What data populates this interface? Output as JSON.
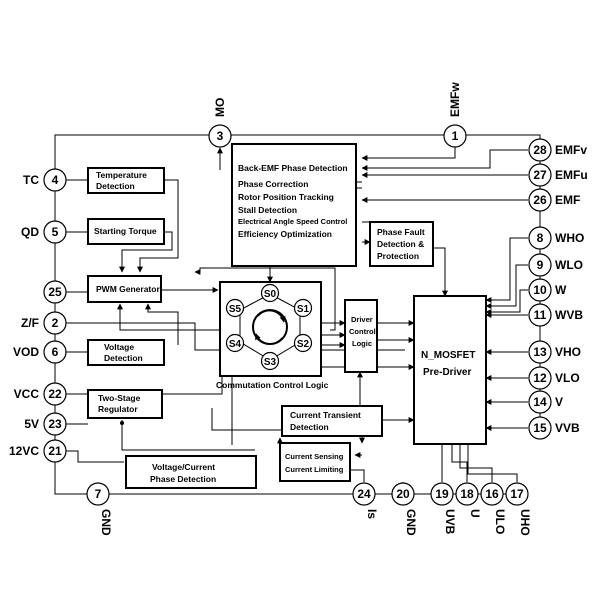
{
  "pins": {
    "p1": {
      "num": "1",
      "label": "EMFw"
    },
    "p2": {
      "num": "2",
      "label": "Z/F"
    },
    "p3": {
      "num": "3",
      "label": "MO"
    },
    "p4": {
      "num": "4",
      "label": "TC"
    },
    "p5": {
      "num": "5",
      "label": "QD"
    },
    "p6": {
      "num": "6",
      "label": "VOD"
    },
    "p7": {
      "num": "7",
      "label": "GND"
    },
    "p8": {
      "num": "8",
      "label": "WHO"
    },
    "p9": {
      "num": "9",
      "label": "WLO"
    },
    "p10": {
      "num": "10",
      "label": "W"
    },
    "p11": {
      "num": "11",
      "label": "WVB"
    },
    "p12": {
      "num": "12",
      "label": "VLO"
    },
    "p13": {
      "num": "13",
      "label": "VHO"
    },
    "p14": {
      "num": "14",
      "label": "V"
    },
    "p15": {
      "num": "15",
      "label": "VVB"
    },
    "p16": {
      "num": "16",
      "label": "ULO"
    },
    "p17": {
      "num": "17",
      "label": "UHO"
    },
    "p18": {
      "num": "18",
      "label": "U"
    },
    "p19": {
      "num": "19",
      "label": "UVB"
    },
    "p20": {
      "num": "20",
      "label": "GND"
    },
    "p21": {
      "num": "21",
      "label": "12VC"
    },
    "p22": {
      "num": "22",
      "label": "VCC"
    },
    "p23": {
      "num": "23",
      "label": "5V"
    },
    "p24": {
      "num": "24",
      "label": "Is"
    },
    "p25": {
      "num": "25",
      "label": ""
    },
    "p26": {
      "num": "26",
      "label": "EMF"
    },
    "p27": {
      "num": "27",
      "label": "EMFu"
    },
    "p28": {
      "num": "28",
      "label": "EMFv"
    }
  },
  "blocks": {
    "bemf": {
      "lines": [
        "Back-EMF Phase Detection",
        "Phase Correction",
        "Rotor Position Tracking",
        "Stall Detection",
        "Electrical Angle Speed Control",
        "Efficiency Optimization"
      ]
    },
    "temp": {
      "lines": [
        "Temperature",
        "Detection"
      ]
    },
    "torque": {
      "lines": [
        "Starting Torque"
      ]
    },
    "pwm": {
      "lines": [
        "PWM Generator"
      ]
    },
    "voltdet": {
      "lines": [
        "Voltage",
        "Detection"
      ]
    },
    "regulator": {
      "lines": [
        "Two-Stage",
        "Regulator"
      ]
    },
    "vcdet": {
      "lines": [
        "Voltage/Current",
        "Phase Detection"
      ]
    },
    "fault": {
      "lines": [
        "Phase Fault",
        "Detection &",
        "Protection"
      ]
    },
    "driver": {
      "lines": [
        "Driver",
        "Control",
        "Logic"
      ]
    },
    "predriver": {
      "lines": [
        "N_MOSFET",
        "Pre-Driver"
      ]
    },
    "transient": {
      "lines": [
        "Current Transient",
        "Detection"
      ]
    },
    "sensing": {
      "lines": [
        "Current Sensing",
        "Current Limiting"
      ]
    },
    "commutation": {
      "caption": "Commutation Control Logic",
      "states": [
        "S0",
        "S1",
        "S2",
        "S3",
        "S4",
        "S5"
      ]
    }
  }
}
